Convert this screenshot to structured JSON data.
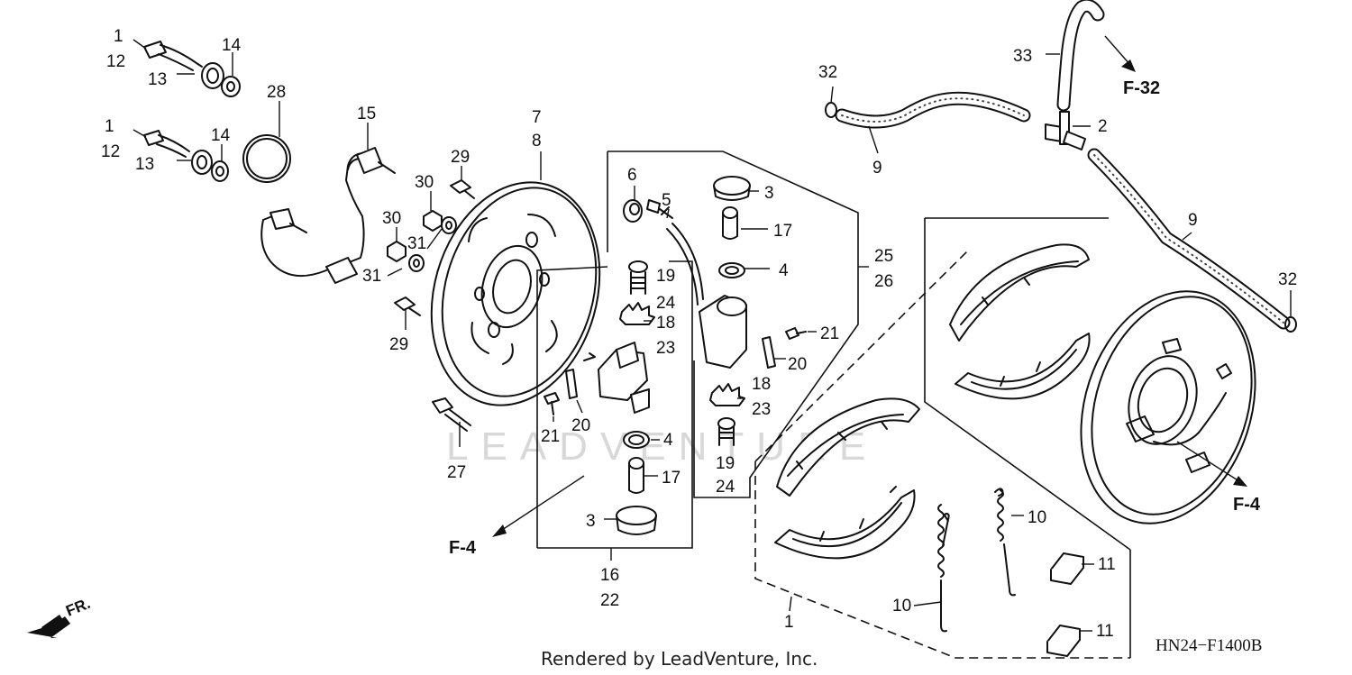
{
  "diagram": {
    "diagram_code": "HN24−F1400B",
    "credit": "Rendered by LeadVenture, Inc.",
    "watermark": "LEADVENTURE",
    "direction_label": "FR.",
    "refs": {
      "f32": "F-32",
      "f4_left": "F-4",
      "f4_right": "F-4"
    },
    "callouts": {
      "c1a": "1",
      "c12a": "12",
      "c13a": "13",
      "c14a": "14",
      "c1b": "1",
      "c12b": "12",
      "c13b": "13",
      "c14b": "14",
      "c28": "28",
      "c15": "15",
      "c29a": "29",
      "c30a": "30",
      "c30b": "30",
      "c31a": "31",
      "c31b": "31",
      "c29b": "29",
      "c27": "27",
      "c7": "7",
      "c8": "8",
      "c6": "6",
      "c5": "5",
      "c3a": "3",
      "c17a": "17",
      "c4a": "4",
      "c25": "25",
      "c26": "26",
      "c21a": "21",
      "c20a": "20",
      "c18a": "18",
      "c23a": "23",
      "c19a": "19",
      "c24a": "24",
      "c19b": "19",
      "c24b": "24",
      "c18b": "18",
      "c23b": "23",
      "c21b": "21",
      "c20b": "20",
      "c4b": "4",
      "c17b": "17",
      "c3b": "3",
      "c16": "16",
      "c22": "22",
      "c32a": "32",
      "c9a": "9",
      "c33": "33",
      "c2": "2",
      "c9b": "9",
      "c32b": "32",
      "c10a": "10",
      "c10b": "10",
      "c11a": "11",
      "c11b": "11",
      "c1c": "1"
    }
  }
}
